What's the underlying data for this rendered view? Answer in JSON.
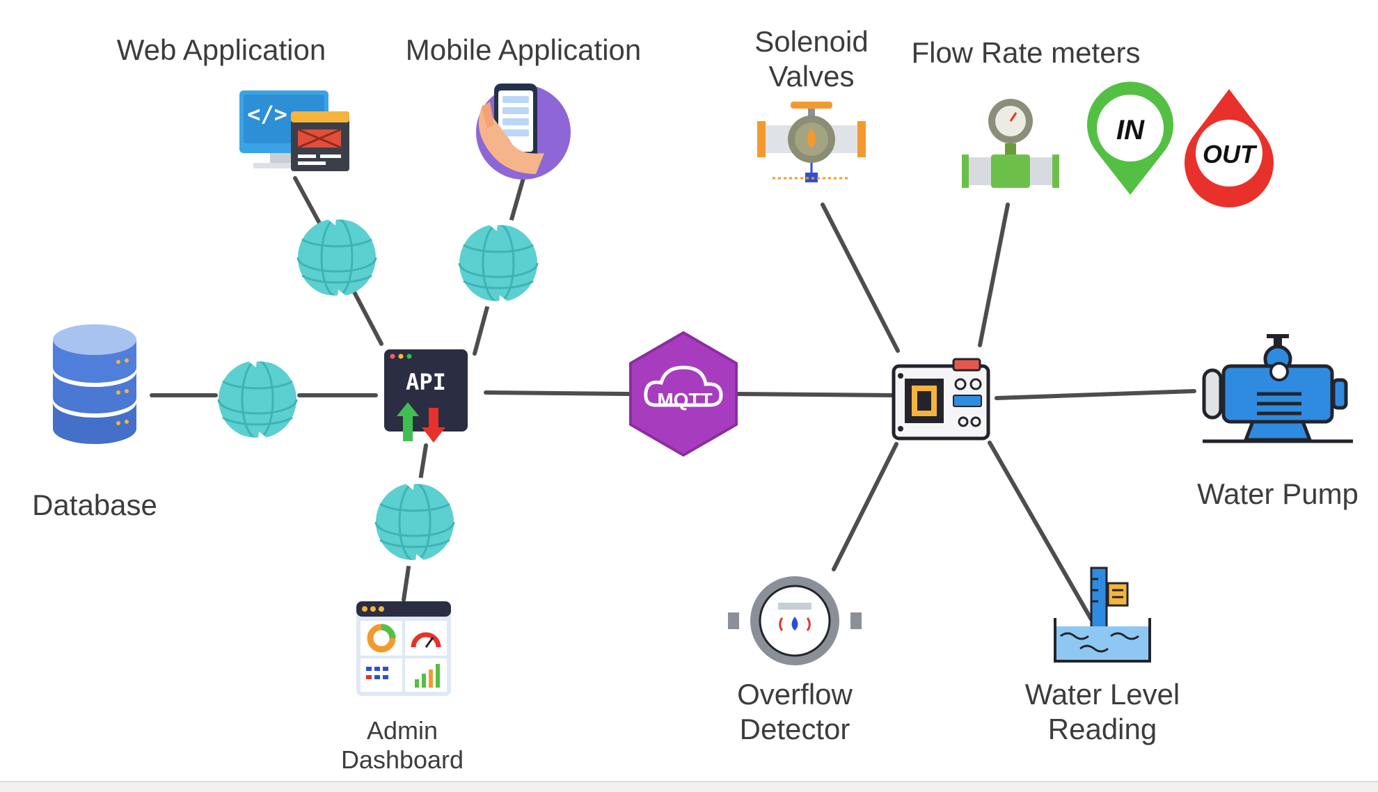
{
  "labels": {
    "web_app": "Web Application",
    "mobile_app": "Mobile Application",
    "solenoid": [
      "Solenoid",
      "Valves"
    ],
    "flow_rate": "Flow Rate meters",
    "database": "Database",
    "water_pump": "Water Pump",
    "admin_dashboard": [
      "Admin",
      "Dashboard"
    ],
    "overflow": [
      "Overflow",
      "Detector"
    ],
    "water_level": [
      "Water Level",
      "Reading"
    ]
  },
  "icons": {
    "api": "API",
    "mqtt": "MQTT",
    "flow_in": "IN",
    "flow_out": "OUT"
  },
  "colors": {
    "line": "#4d4d4d",
    "mqtt": "#a83cbf",
    "api_bg": "#2b2d42",
    "globe": "#5ccfd0",
    "in_badge": "#54c043",
    "out_badge": "#e8312b"
  }
}
